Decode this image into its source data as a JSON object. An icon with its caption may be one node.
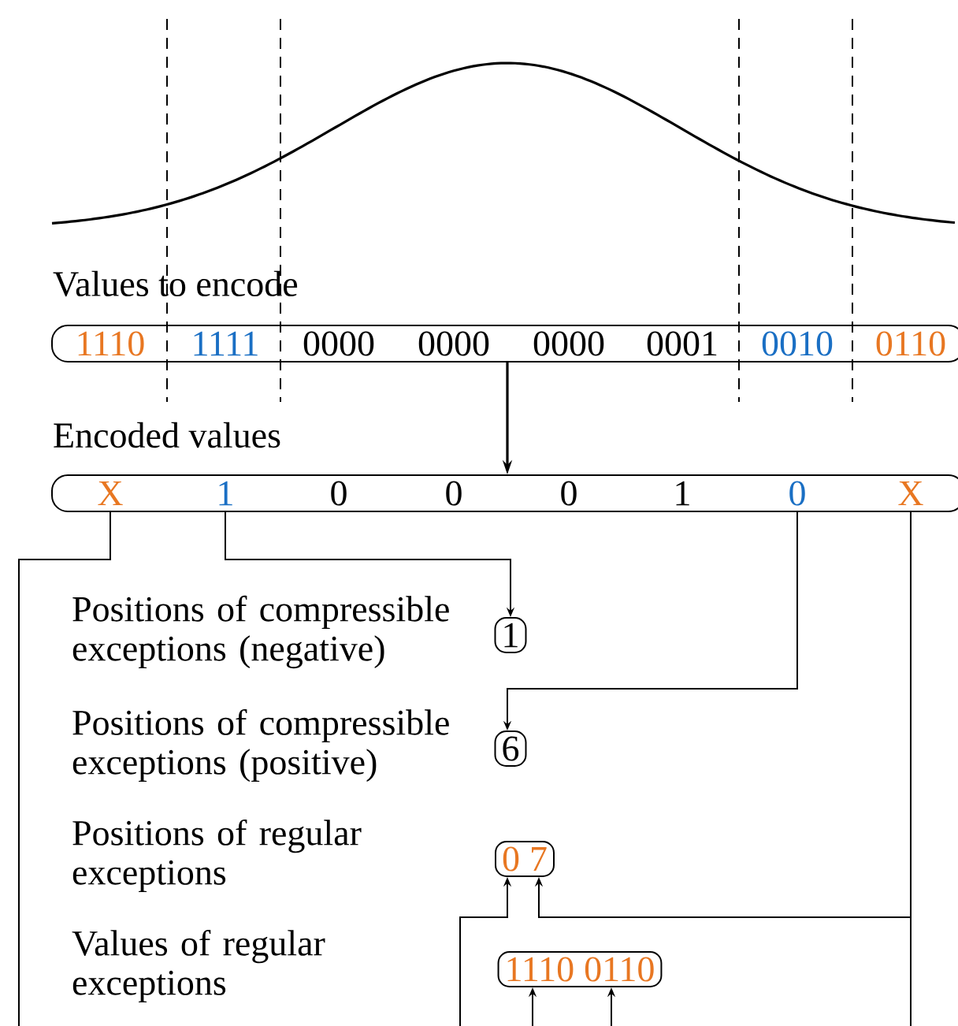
{
  "diagram": {
    "nodes": [
      {
        "text": [],
        "shape": "bar"
      },
      {
        "text": [
          "1110"
        ],
        "in": 0
      },
      {
        "text": [
          "1111"
        ],
        "in": 0
      },
      {
        "text": [
          "0000"
        ],
        "in": 0
      },
      {
        "text": [
          "0000"
        ],
        "in": 0
      },
      {
        "text": [
          "0000"
        ],
        "in": 0
      },
      {
        "text": [
          "0001"
        ],
        "in": 0
      },
      {
        "text": [
          "0010"
        ],
        "in": 0
      },
      {
        "text": [
          "0110"
        ],
        "in": 0
      },
      {
        "text": [],
        "shape": "bar"
      },
      {
        "text": [
          "X"
        ],
        "in": 9
      },
      {
        "text": [
          "1"
        ],
        "in": 9
      },
      {
        "text": [
          "0"
        ],
        "in": 9
      },
      {
        "text": [
          "0"
        ],
        "in": 9
      },
      {
        "text": [
          "0"
        ],
        "in": 9
      },
      {
        "text": [
          "1"
        ],
        "in": 9
      },
      {
        "text": [
          "0"
        ],
        "in": 9
      },
      {
        "text": [
          "X"
        ],
        "in": 9
      },
      {
        "text": [
          "1"
        ],
        "beside": [
          "Positions of compressible exceptions (negative)"
        ]
      },
      {
        "text": [
          "6"
        ],
        "beside": [
          "Positions of compressible exceptions (positive)"
        ]
      },
      {
        "text": [
          "0",
          "7"
        ],
        "beside": [
          "Positions of regular exceptions"
        ]
      },
      {
        "text": [
          "1110",
          "0110"
        ]
      }
    ],
    "edges": [
      {
        "from": 0,
        "to": 9,
        "arrow": "to"
      },
      {
        "from": 11,
        "to": 18,
        "arrow": "to"
      },
      {
        "from": 16,
        "to": 19,
        "arrow": "to"
      },
      {
        "from": 10,
        "to": null,
        "arrow": "none"
      },
      {
        "from": null,
        "to": 20,
        "arrow": "to"
      },
      {
        "from": 17,
        "to": 20,
        "arrow": "to"
      },
      {
        "from": 17,
        "to": null,
        "arrow": "none"
      },
      {
        "from": null,
        "to": 21,
        "arrow": "to"
      },
      {
        "from": null,
        "to": 21,
        "arrow": "to"
      }
    ],
    "labels": [
      "Values to encode",
      "Encoded values",
      "Values of regular exceptions"
    ]
  }
}
